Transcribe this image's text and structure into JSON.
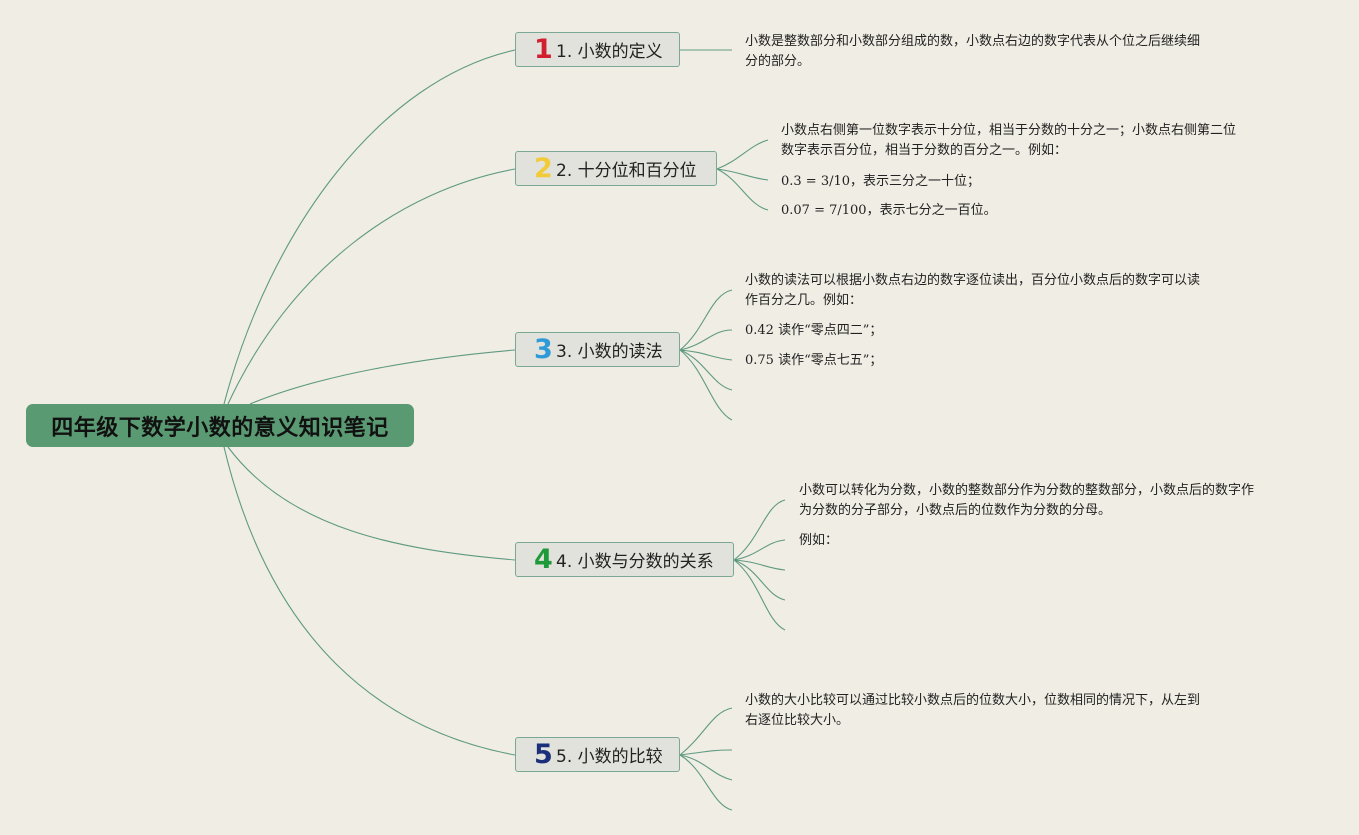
{
  "title": "四年级下数学小数的意义知识笔记",
  "colors": {
    "background": "#f0ede4",
    "root_fill": "#5a9a72",
    "branch_fill": "#e2e2dc",
    "branch_border": "#7aa895",
    "line": "#5f9a80"
  },
  "branches": [
    {
      "number": "1",
      "number_color": "#d3202f",
      "label": "1. 小数的定义",
      "notes": [
        "小数是整数部分和小数部分组成的数，小数点右边的数字代表从个位之后继续细",
        "分的部分。"
      ]
    },
    {
      "number": "2",
      "number_color": "#f2cb3a",
      "label": "2. 十分位和百分位",
      "notes": [
        "小数点右侧第一位数字表示十分位，相当于分数的十分之一；小数点右侧第二位",
        "数字表示百分位，相当于分数的百分之一。例如：",
        "0.3 = 3/10，表示三分之一十位；",
        "0.07 = 7/100，表示七分之一百位。"
      ]
    },
    {
      "number": "3",
      "number_color": "#2f9ad8",
      "label": "3. 小数的读法",
      "notes": [
        "小数的读法可以根据小数点右边的数字逐位读出，百分位小数点后的数字可以读",
        "作百分之几。例如：",
        "0.42 读作“零点四二”；",
        "0.75 读作“零点七五”；"
      ]
    },
    {
      "number": "4",
      "number_color": "#1f9a3a",
      "label": "4. 小数与分数的关系",
      "notes": [
        "小数可以转化为分数，小数的整数部分作为分数的整数部分，小数点后的数字作",
        "为分数的分子部分，小数点后的位数作为分数的分母。",
        "例如："
      ]
    },
    {
      "number": "5",
      "number_color": "#1b2f7a",
      "label": "5. 小数的比较",
      "notes": [
        "小数的大小比较可以通过比较小数点后的位数大小，位数相同的情况下，从左到",
        "右逐位比较大小。"
      ]
    }
  ]
}
